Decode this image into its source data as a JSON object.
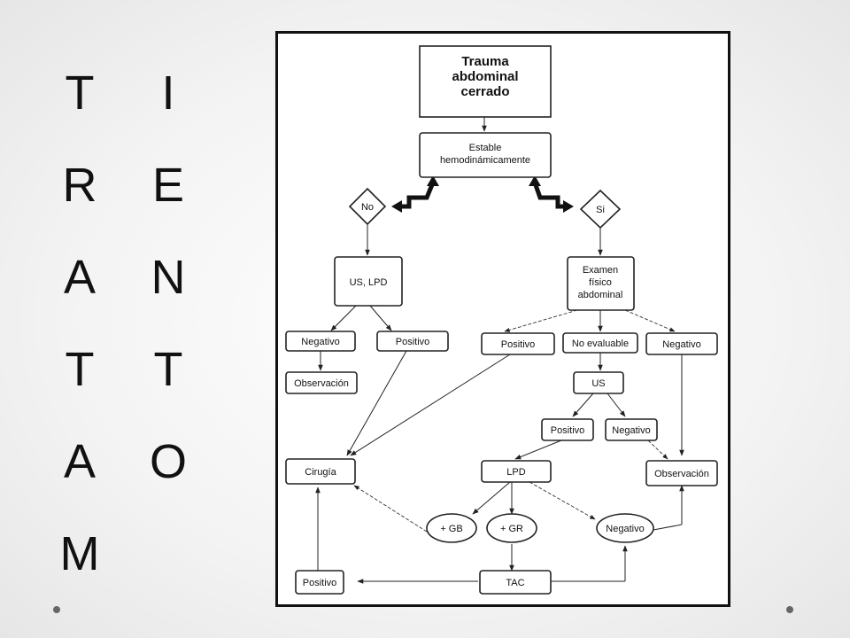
{
  "title_letters_col1": [
    "T",
    "R",
    "A",
    "T",
    "A",
    "M"
  ],
  "title_letters_col2": [
    "I",
    "E",
    "N",
    "T",
    "O"
  ],
  "flowchart": {
    "start_lines": [
      "Trauma",
      "abdominal",
      "cerrado"
    ],
    "stable_lines": [
      "Estable",
      "hemodinámicamente"
    ],
    "no": "No",
    "si": "Si",
    "us_lpd": "US, LPD",
    "exam_lines": [
      "Examen",
      "físico",
      "abdominal"
    ],
    "negativo_left": "Negativo",
    "positivo_left": "Positivo",
    "positivo_mid": "Positivo",
    "no_evaluable": "No evaluable",
    "negativo_right": "Negativo",
    "observacion_left": "Observación",
    "us": "US",
    "positivo_us": "Positivo",
    "negativo_us": "Negativo",
    "cirugia": "Cirugía",
    "lpd": "LPD",
    "observacion_right": "Observación",
    "gb": "+ GB",
    "gr": "+ GR",
    "negativo_lpd": "Negativo",
    "positivo_tac": "Positivo",
    "tac": "TAC"
  }
}
